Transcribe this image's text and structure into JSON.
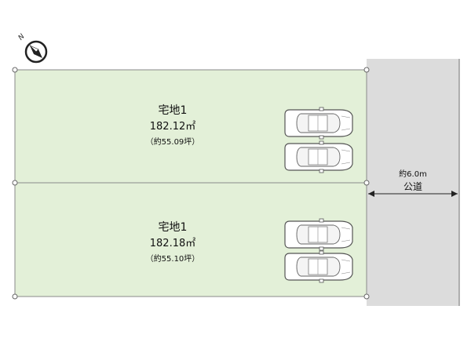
{
  "compass": {
    "north_label": "N"
  },
  "lots": [
    {
      "name": "宅地1",
      "area": "182.12㎡",
      "tsubo": "（約55.09坪）",
      "spaces": 2
    },
    {
      "name": "宅地1",
      "area": "182.18㎡",
      "tsubo": "（約55.10坪）",
      "spaces": 2
    }
  ],
  "road": {
    "width_label": "約6.0m",
    "name": "公道"
  },
  "colors": {
    "lot_fill": "#e3f0d8",
    "lot_border": "#888888",
    "road_fill": "#dcdcdc"
  }
}
